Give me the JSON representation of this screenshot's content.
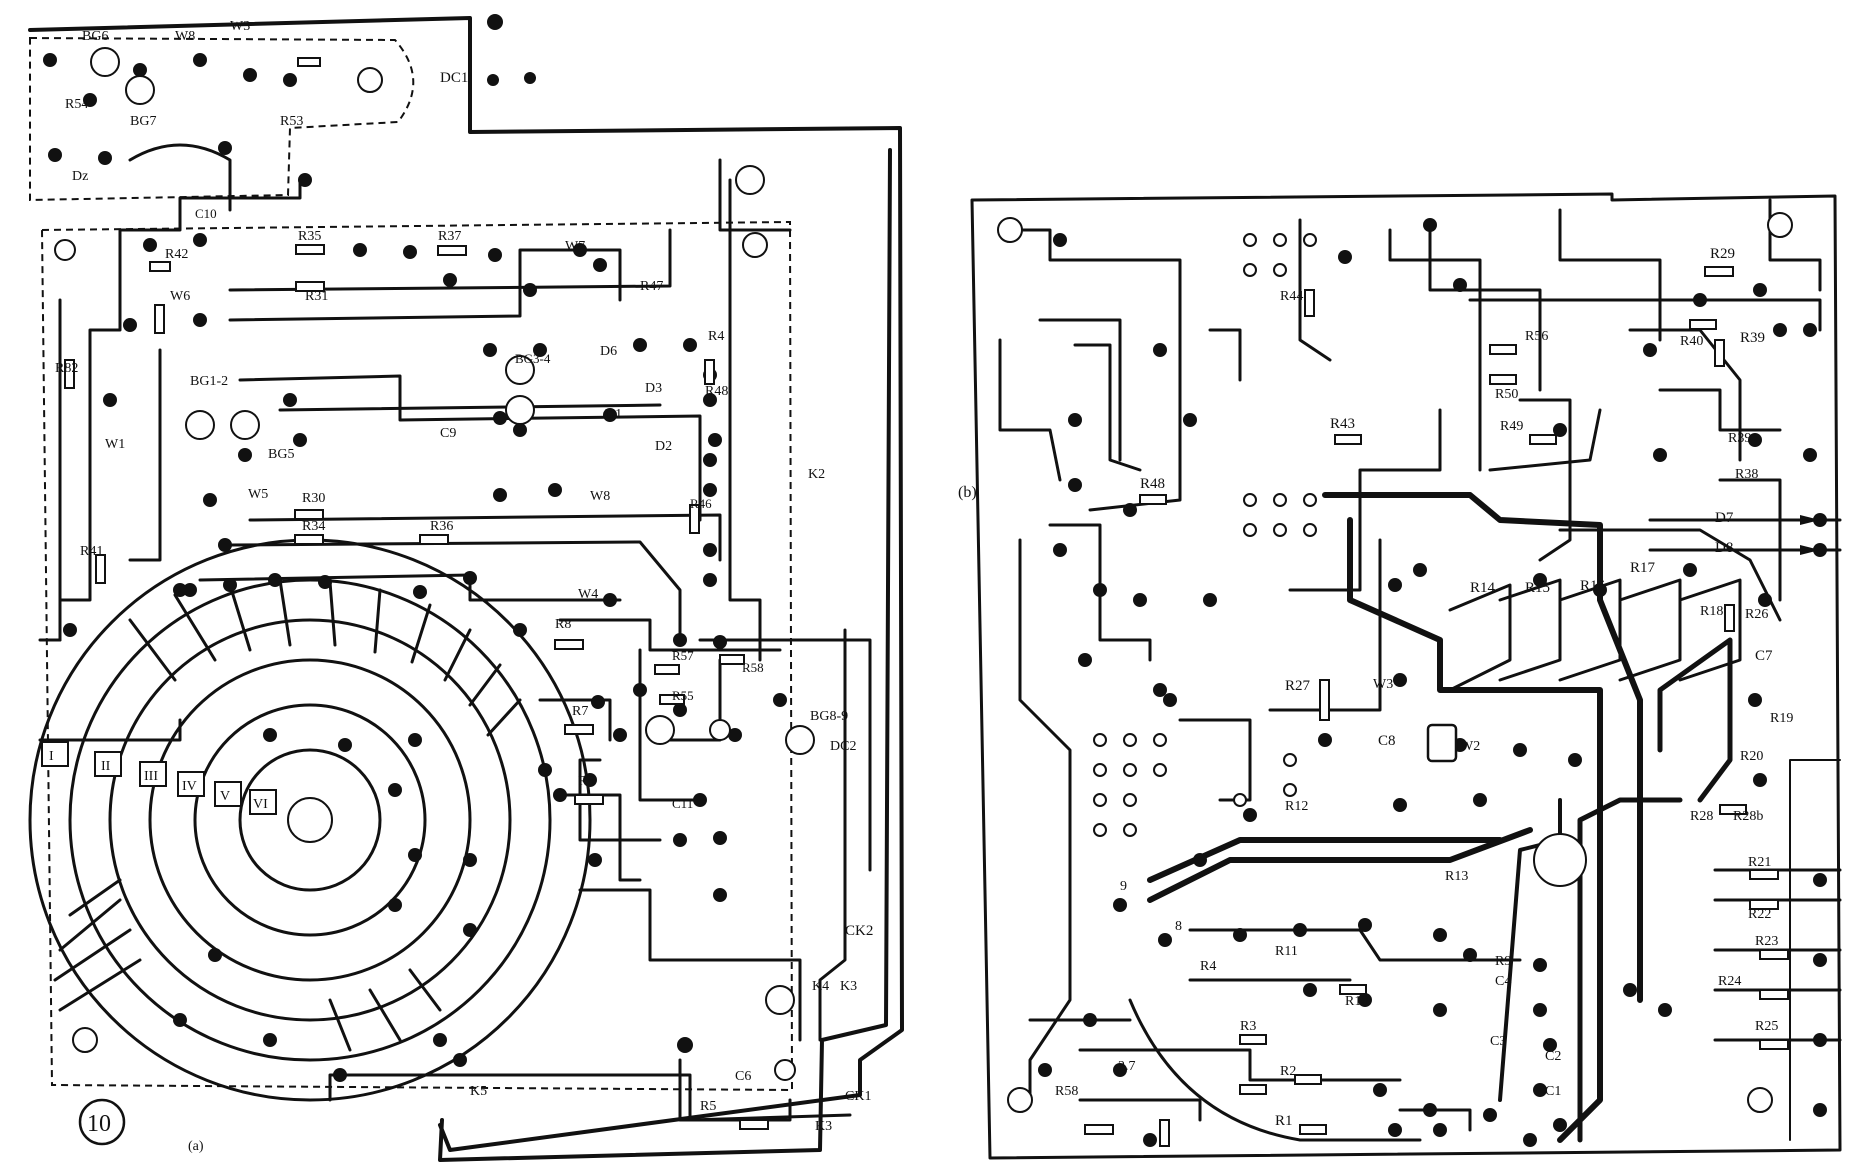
{
  "figure_number": "10",
  "panel_a": {
    "caption": "(a)",
    "labels": [
      "BG6",
      "W8",
      "W3",
      "BG7",
      "R54",
      "R53",
      "DC1",
      "Dz",
      "C10",
      "R35",
      "R37",
      "W7",
      "R42",
      "R31",
      "R47",
      "W6",
      "BG3-4",
      "R4",
      "D6",
      "R82",
      "BG1-2",
      "D3",
      "R48",
      "C9",
      "D1",
      "D2",
      "W1",
      "BG5",
      "K2",
      "R30",
      "W8",
      "R34",
      "R36",
      "R41",
      "W5",
      "R46",
      "W4",
      "R8",
      "R57",
      "R58",
      "R55",
      "BG8-9",
      "R7",
      "DC2",
      "R6",
      "C11",
      "CK2",
      "K4",
      "K3",
      "K5",
      "C6",
      "R5",
      "CK1",
      "K3"
    ],
    "switch_labels": [
      "I",
      "II",
      "III",
      "IV",
      "V",
      "VI"
    ]
  },
  "panel_b": {
    "caption": "(b)",
    "labels": [
      "R29",
      "R44",
      "R56",
      "R39",
      "R40",
      "R50",
      "R43",
      "R49",
      "R38",
      "R39",
      "R48",
      "D7",
      "D8",
      "R17",
      "R14",
      "R15",
      "R16",
      "R18",
      "R26",
      "C7",
      "R27",
      "W3",
      "R19",
      "C8",
      "W2",
      "R20",
      "R12",
      "R28",
      "R28b",
      "R13",
      "R21",
      "R22",
      "R9",
      "R11",
      "R4",
      "R10",
      "R23",
      "R24",
      "C4",
      "R3",
      "C3",
      "R25",
      "C2",
      "R2",
      "C1",
      "R1",
      "R58",
      "2.7",
      "9",
      "8"
    ]
  },
  "colors": {
    "ink": "#111111",
    "paper": "#ffffff"
  }
}
